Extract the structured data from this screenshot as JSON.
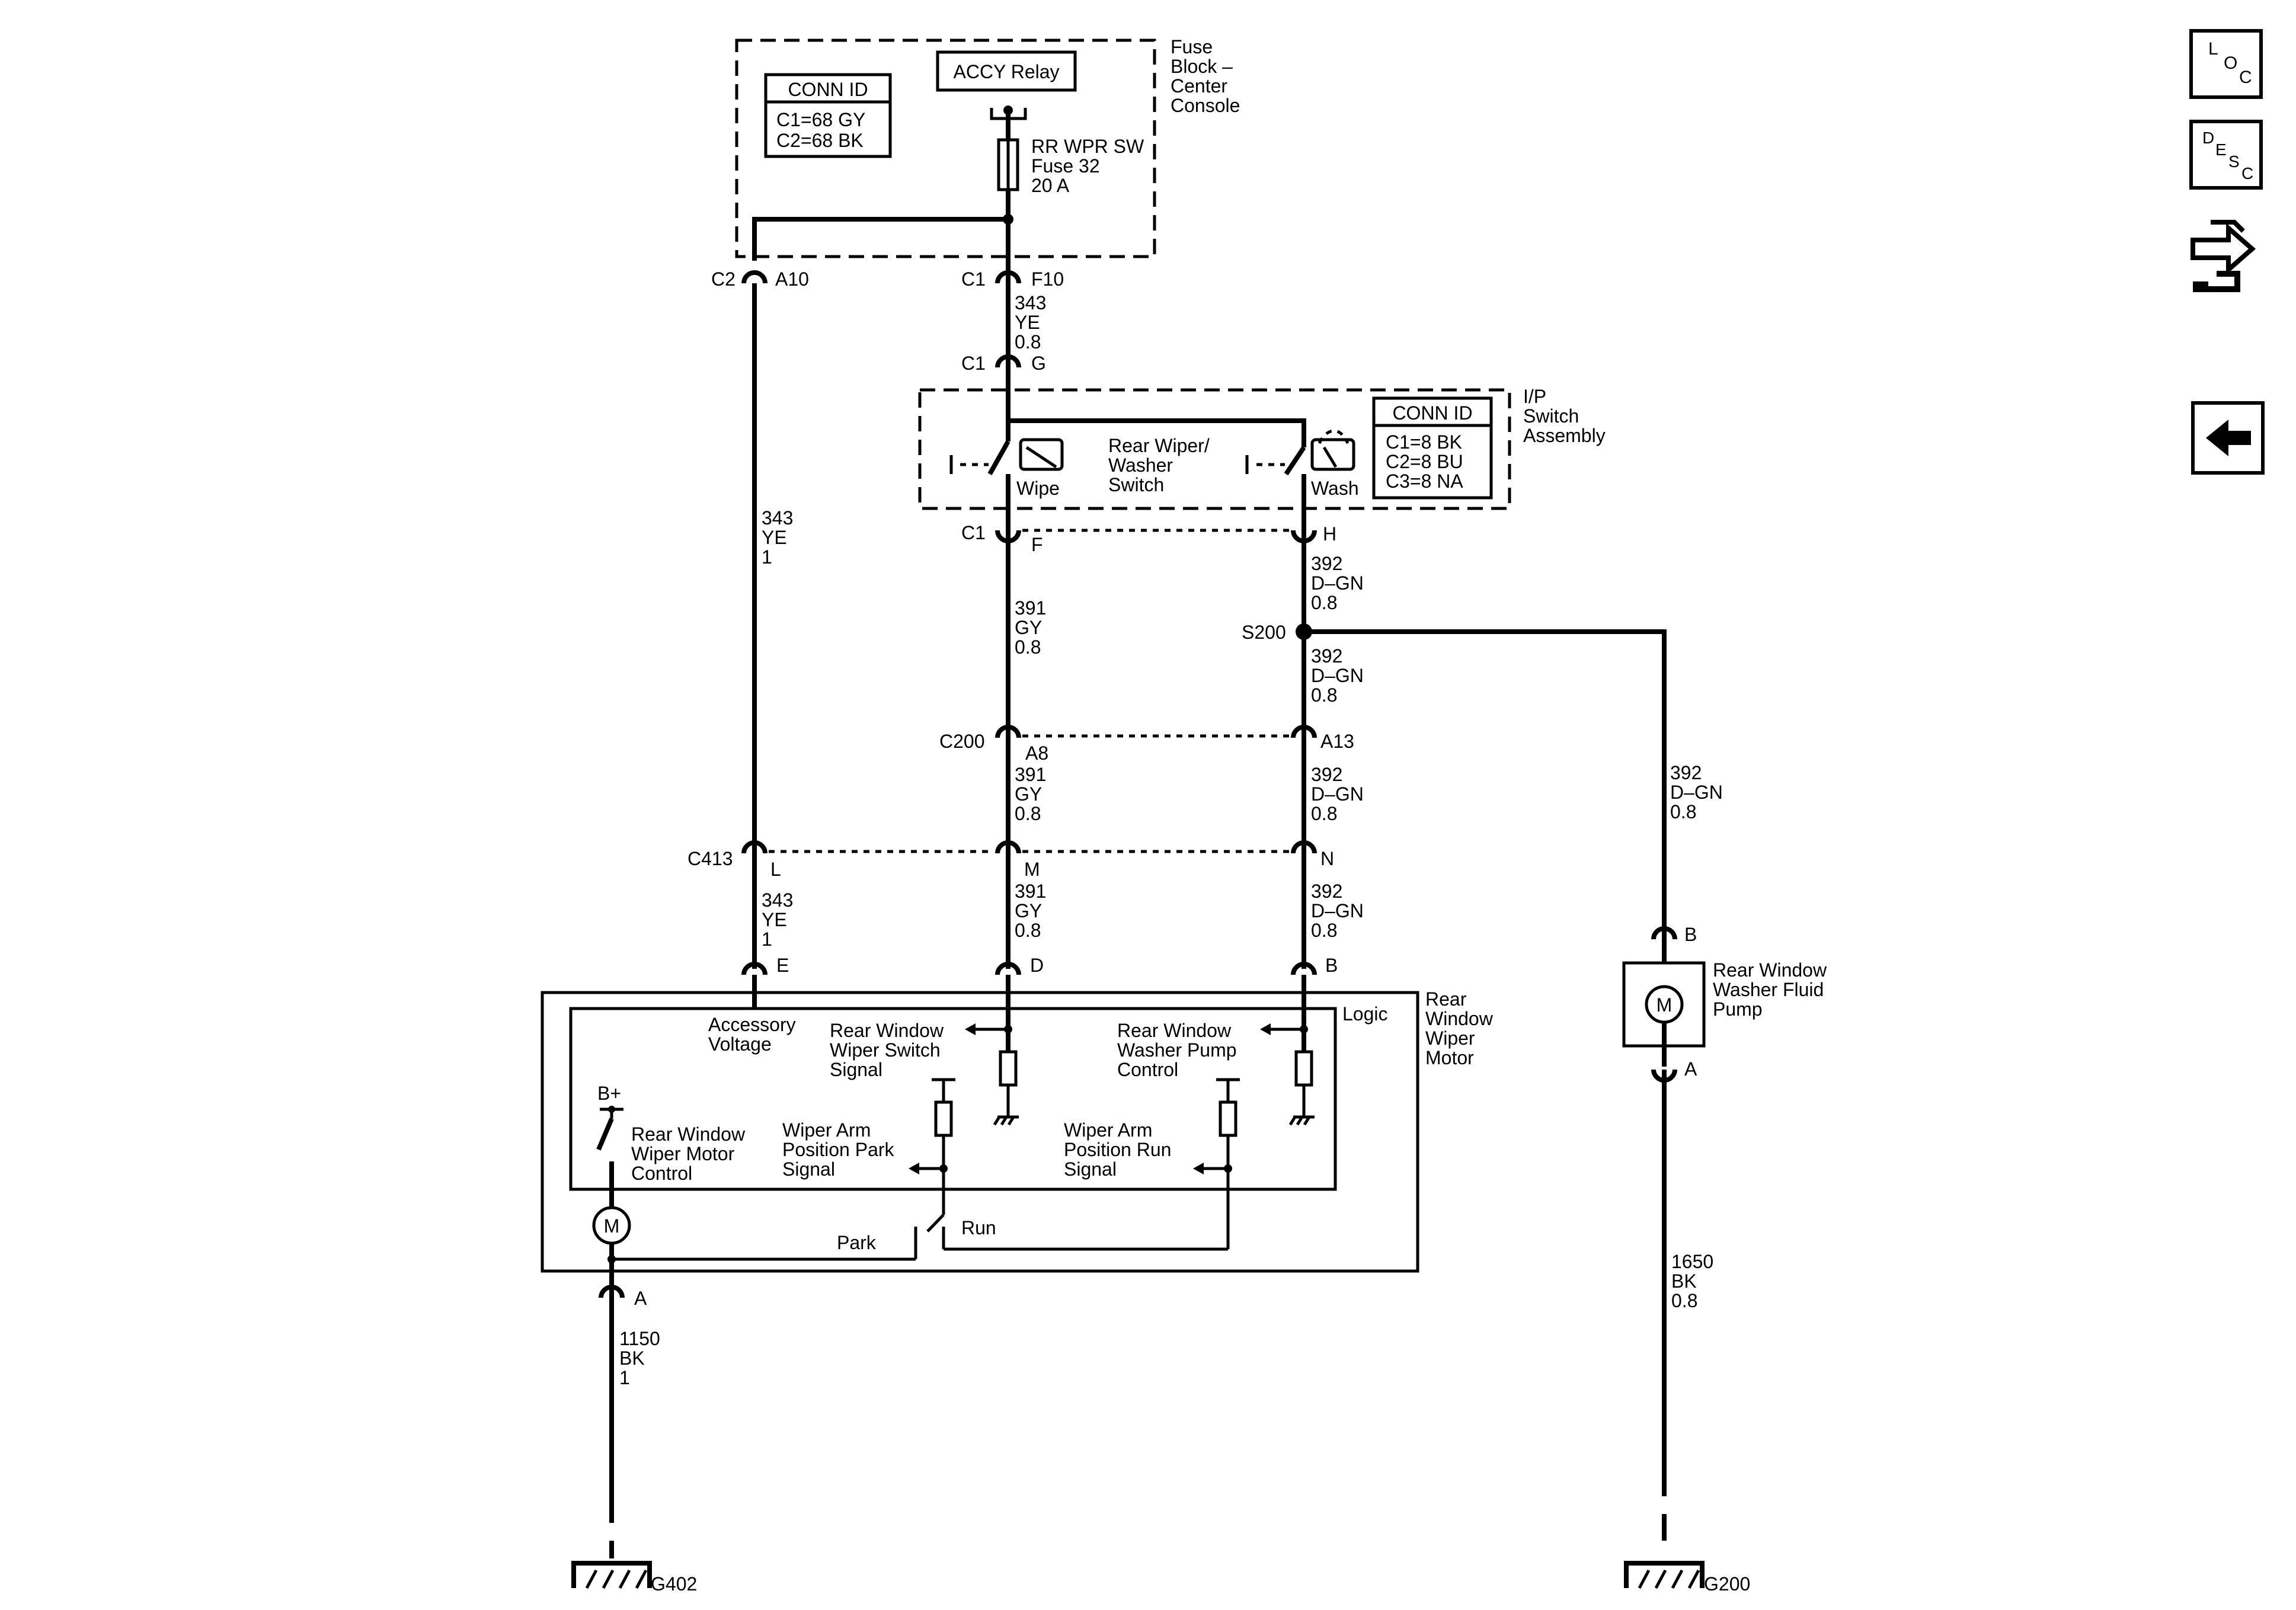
{
  "fuse_block": {
    "name_lines": [
      "Fuse",
      "Block –",
      "Center",
      "Console"
    ],
    "conn_id_title": "CONN ID",
    "conn_lines": [
      "C1=68 GY",
      "C2=68 BK"
    ],
    "relay": "ACCY Relay",
    "fuse_lines": [
      "RR WPR SW",
      "Fuse 32",
      "20 A"
    ]
  },
  "ip_switch": {
    "name_lines": [
      "I/P",
      "Switch",
      "Assembly"
    ],
    "conn_id_title": "CONN ID",
    "conn_lines": [
      "C1=8 BK",
      "C2=8 BU",
      "C3=8 NA"
    ],
    "switch_lines": [
      "Rear Wiper/",
      "Washer",
      "Switch"
    ],
    "wipe": "Wipe",
    "wash": "Wash"
  },
  "connectors": {
    "c2": "C2",
    "a10": "A10",
    "c1a": "C1",
    "f10": "F10",
    "c1b": "C1",
    "g": "G",
    "c1c": "C1",
    "f": "F",
    "h": "H",
    "s200": "S200",
    "c200": "C200",
    "a8": "A8",
    "a13": "A13",
    "c413": "C413",
    "l": "L",
    "m": "M",
    "n": "N",
    "e": "E",
    "d": "D",
    "b": "B",
    "a_motor": "A",
    "b_pump": "B",
    "a_pump": "A"
  },
  "wires": {
    "w343_f10": [
      "343",
      "YE",
      "0.8"
    ],
    "w343_long": [
      "343",
      "YE",
      "1"
    ],
    "w391_upper": [
      "391",
      "GY",
      "0.8"
    ],
    "w392_upper": [
      "392",
      "D–GN",
      "0.8"
    ],
    "w392_mid": [
      "392",
      "D–GN",
      "0.8"
    ],
    "w391_mid": [
      "391",
      "GY",
      "0.8"
    ],
    "w392_mid2": [
      "392",
      "D–GN",
      "0.8"
    ],
    "w392_pump": [
      "392",
      "D–GN",
      "0.8"
    ],
    "w343_low": [
      "343",
      "YE",
      "1"
    ],
    "w391_low": [
      "391",
      "GY",
      "0.8"
    ],
    "w392_low": [
      "392",
      "D–GN",
      "0.8"
    ],
    "w1150": [
      "1150",
      "BK",
      "1"
    ],
    "w1650": [
      "1650",
      "BK",
      "0.8"
    ]
  },
  "wiper_motor": {
    "name_lines": [
      "Rear",
      "Window",
      "Wiper",
      "Motor"
    ],
    "logic": "Logic",
    "accessory_lines": [
      "Accessory",
      "Voltage"
    ],
    "switch_signal_lines": [
      "Rear Window",
      "Wiper Switch",
      "Signal"
    ],
    "pump_control_lines": [
      "Rear Window",
      "Washer Pump",
      "Control"
    ],
    "bplus": "B+",
    "motor_control_lines": [
      "Rear Window",
      "Wiper Motor",
      "Control"
    ],
    "park_signal_lines": [
      "Wiper Arm",
      "Position Park",
      "Signal"
    ],
    "run_signal_lines": [
      "Wiper Arm",
      "Position Run",
      "Signal"
    ],
    "park": "Park",
    "run": "Run",
    "motor_symbol": "M"
  },
  "washer_pump": {
    "name_lines": [
      "Rear Window",
      "Washer Fluid",
      "Pump"
    ],
    "motor_symbol": "M"
  },
  "grounds": {
    "g402": "G402",
    "g200": "G200"
  },
  "nav": {
    "loc": [
      "L",
      "O",
      "C"
    ],
    "desc": [
      "D",
      "E",
      "S",
      "C"
    ],
    "back_icon": "left-arrow-icon",
    "connector_icon": "connector-view-icon"
  }
}
